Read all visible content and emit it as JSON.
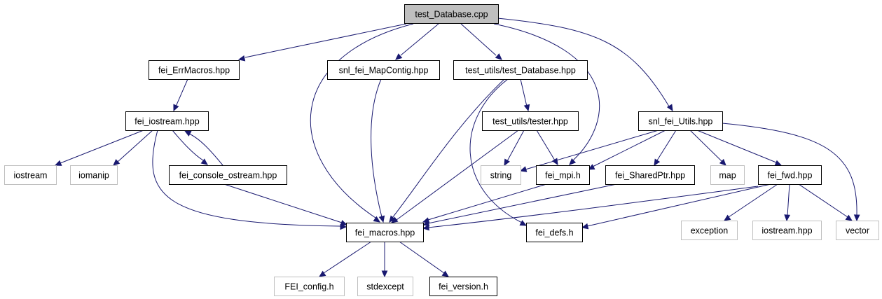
{
  "graph": {
    "nodes": [
      {
        "id": "test_database",
        "label": "test_Database.cpp",
        "kind": "root"
      },
      {
        "id": "fei_errmacros",
        "label": "fei_ErrMacros.hpp",
        "kind": "internal"
      },
      {
        "id": "snl_fei_mapcontig",
        "label": "snl_fei_MapContig.hpp",
        "kind": "internal"
      },
      {
        "id": "test_utils_test_database",
        "label": "test_utils/test_Database.hpp",
        "kind": "internal"
      },
      {
        "id": "fei_iostream",
        "label": "fei_iostream.hpp",
        "kind": "internal"
      },
      {
        "id": "test_utils_tester",
        "label": "test_utils/tester.hpp",
        "kind": "internal"
      },
      {
        "id": "snl_fei_utils",
        "label": "snl_fei_Utils.hpp",
        "kind": "internal"
      },
      {
        "id": "iostream",
        "label": "iostream",
        "kind": "external"
      },
      {
        "id": "iomanip",
        "label": "iomanip",
        "kind": "external"
      },
      {
        "id": "fei_console_ostream",
        "label": "fei_console_ostream.hpp",
        "kind": "internal"
      },
      {
        "id": "string",
        "label": "string",
        "kind": "external"
      },
      {
        "id": "fei_mpi",
        "label": "fei_mpi.h",
        "kind": "internal"
      },
      {
        "id": "fei_sharedptr",
        "label": "fei_SharedPtr.hpp",
        "kind": "internal"
      },
      {
        "id": "map",
        "label": "map",
        "kind": "external"
      },
      {
        "id": "fei_fwd",
        "label": "fei_fwd.hpp",
        "kind": "internal"
      },
      {
        "id": "fei_macros",
        "label": "fei_macros.hpp",
        "kind": "internal"
      },
      {
        "id": "fei_defs",
        "label": "fei_defs.h",
        "kind": "internal"
      },
      {
        "id": "exception",
        "label": "exception",
        "kind": "external"
      },
      {
        "id": "iostream_hpp",
        "label": "iostream.hpp",
        "kind": "external"
      },
      {
        "id": "vector",
        "label": "vector",
        "kind": "external"
      },
      {
        "id": "fei_config",
        "label": "FEI_config.h",
        "kind": "external"
      },
      {
        "id": "stdexcept",
        "label": "stdexcept",
        "kind": "external"
      },
      {
        "id": "fei_version",
        "label": "fei_version.h",
        "kind": "internal"
      }
    ],
    "edges": [
      {
        "from": "test_database",
        "to": "fei_errmacros"
      },
      {
        "from": "test_database",
        "to": "snl_fei_mapcontig"
      },
      {
        "from": "test_database",
        "to": "test_utils_test_database"
      },
      {
        "from": "test_database",
        "to": "snl_fei_utils"
      },
      {
        "from": "test_database",
        "to": "fei_macros"
      },
      {
        "from": "test_database",
        "to": "fei_mpi"
      },
      {
        "from": "fei_errmacros",
        "to": "fei_iostream"
      },
      {
        "from": "snl_fei_mapcontig",
        "to": "fei_macros"
      },
      {
        "from": "test_utils_test_database",
        "to": "test_utils_tester"
      },
      {
        "from": "test_utils_test_database",
        "to": "fei_macros"
      },
      {
        "from": "test_utils_test_database",
        "to": "fei_defs"
      },
      {
        "from": "fei_iostream",
        "to": "iostream"
      },
      {
        "from": "fei_iostream",
        "to": "iomanip"
      },
      {
        "from": "fei_iostream",
        "to": "fei_console_ostream"
      },
      {
        "from": "fei_iostream",
        "to": "fei_macros"
      },
      {
        "from": "fei_console_ostream",
        "to": "fei_iostream"
      },
      {
        "from": "fei_console_ostream",
        "to": "fei_macros"
      },
      {
        "from": "test_utils_tester",
        "to": "string"
      },
      {
        "from": "test_utils_tester",
        "to": "fei_mpi"
      },
      {
        "from": "test_utils_tester",
        "to": "fei_macros"
      },
      {
        "from": "snl_fei_utils",
        "to": "string"
      },
      {
        "from": "snl_fei_utils",
        "to": "fei_mpi"
      },
      {
        "from": "snl_fei_utils",
        "to": "fei_sharedptr"
      },
      {
        "from": "snl_fei_utils",
        "to": "map"
      },
      {
        "from": "snl_fei_utils",
        "to": "fei_fwd"
      },
      {
        "from": "snl_fei_utils",
        "to": "vector"
      },
      {
        "from": "fei_mpi",
        "to": "fei_macros"
      },
      {
        "from": "fei_sharedptr",
        "to": "fei_macros"
      },
      {
        "from": "fei_fwd",
        "to": "fei_macros"
      },
      {
        "from": "fei_fwd",
        "to": "fei_defs"
      },
      {
        "from": "fei_fwd",
        "to": "exception"
      },
      {
        "from": "fei_fwd",
        "to": "iostream_hpp"
      },
      {
        "from": "fei_fwd",
        "to": "vector"
      },
      {
        "from": "fei_macros",
        "to": "fei_config"
      },
      {
        "from": "fei_macros",
        "to": "stdexcept"
      },
      {
        "from": "fei_macros",
        "to": "fei_version"
      }
    ]
  },
  "colors": {
    "edge": "#191970",
    "node_border": "#000000",
    "external_border": "#bfbfbf",
    "root_fill": "#bfbfbf"
  }
}
